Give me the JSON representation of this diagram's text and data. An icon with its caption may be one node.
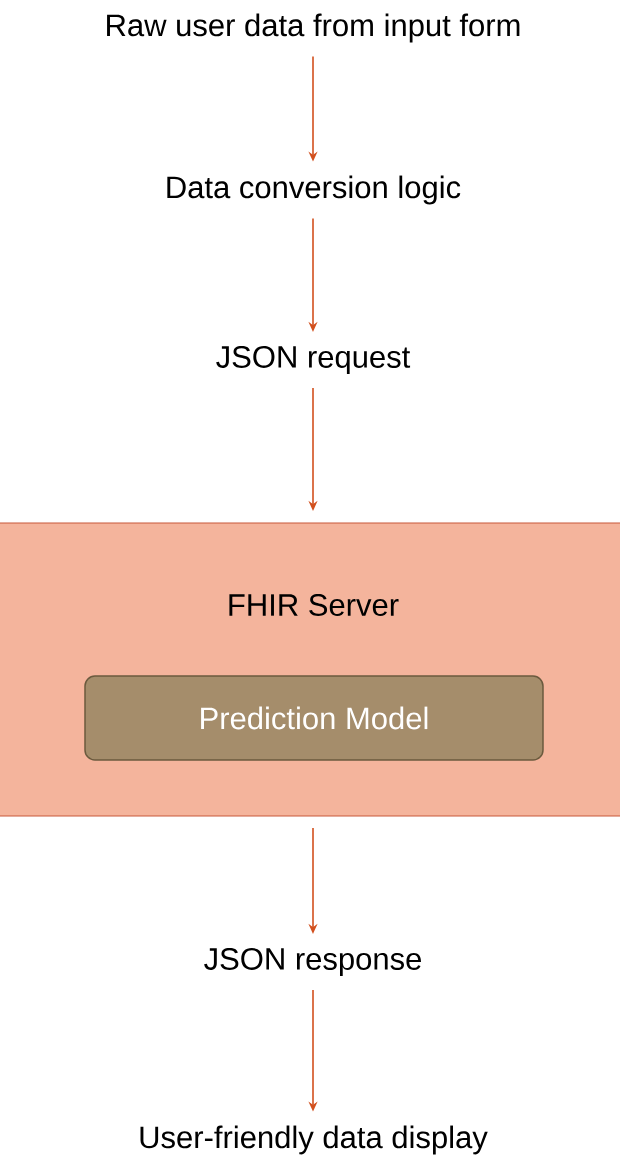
{
  "diagram": {
    "nodes": [
      {
        "text": [
          "Raw user data from input form"
        ]
      },
      {
        "text": [
          "Data conversion logic"
        ]
      },
      {
        "text": [
          "JSON request"
        ]
      },
      {
        "text": [
          "FHIR Server"
        ]
      },
      {
        "text": [
          "Prediction Model"
        ],
        "in": 3
      },
      {
        "text": [
          "JSON response"
        ]
      },
      {
        "text": [
          "User-friendly data display"
        ]
      }
    ],
    "edges": [
      {
        "from": 0,
        "to": 1,
        "arrow": "to"
      },
      {
        "from": 1,
        "to": 2,
        "arrow": "to"
      },
      {
        "from": 2,
        "to": 3,
        "arrow": "to"
      },
      {
        "from": 3,
        "to": 5,
        "arrow": "to"
      },
      {
        "from": 5,
        "to": 6,
        "arrow": "to"
      }
    ]
  }
}
